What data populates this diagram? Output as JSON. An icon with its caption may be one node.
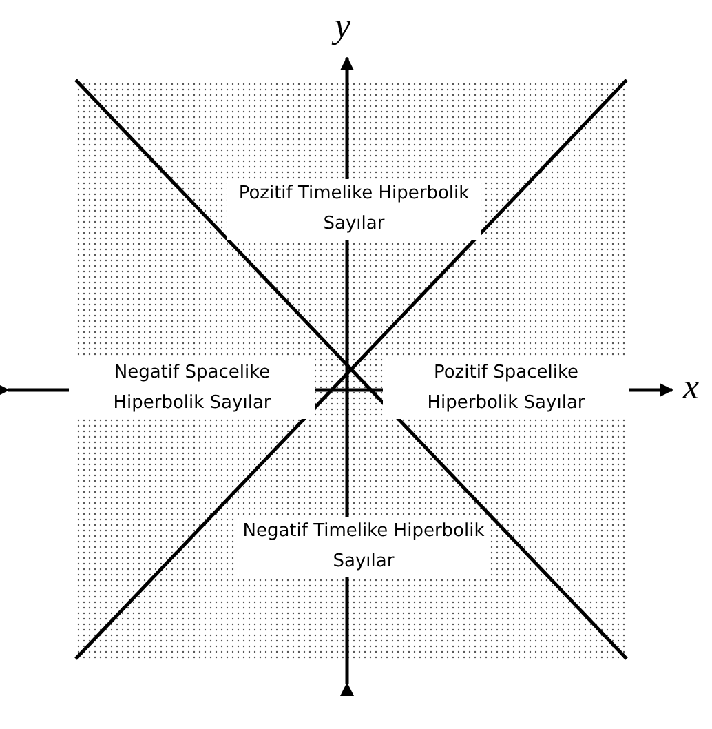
{
  "diagram": {
    "nodes": [
      {
        "text": [
          "Pozitif Timelike Hiperbolik Sayılar"
        ]
      },
      {
        "text": [
          "Negatif Spacelike Hiperbolik Sayılar"
        ]
      },
      {
        "text": [
          "Pozitif Spacelike Hiperbolik Sayılar"
        ]
      },
      {
        "text": [
          "Negatif Timelike Hiperbolik Sayılar"
        ]
      }
    ],
    "edges": [],
    "labels": [
      "y",
      "x"
    ]
  }
}
